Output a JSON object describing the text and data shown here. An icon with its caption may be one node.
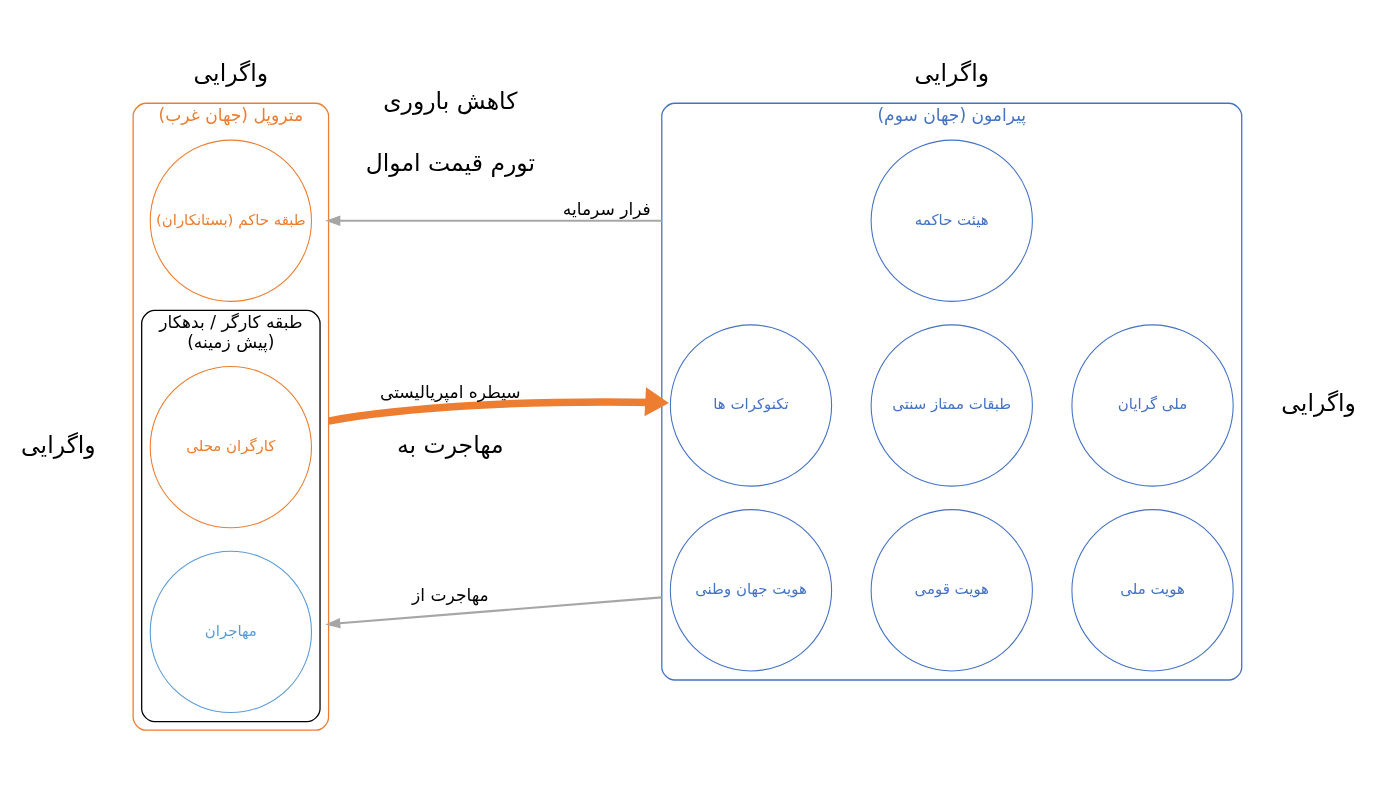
{
  "diagram": {
    "nodes": [
      {
        "text": [
          "متروپل (جهان غرب)"
        ]
      },
      {
        "text": [
          "طبقه حاکم (بستانکاران)"
        ],
        "in": 0
      },
      {
        "text": [
          "طبقه کارگر / بدهکار",
          "(پیش زمینه)"
        ],
        "in": 0
      },
      {
        "text": [
          "کارگران محلی"
        ],
        "in": 2
      },
      {
        "text": [
          "مهاجران"
        ],
        "in": 2
      },
      {
        "text": [
          "پیرامون (جهان سوم)"
        ]
      },
      {
        "text": [
          "هیئت حاکمه"
        ],
        "in": 5
      },
      {
        "text": [
          "تکنوکرات ها"
        ],
        "in": 5
      },
      {
        "text": [
          "طبقات ممتاز سنتی"
        ],
        "in": 5
      },
      {
        "text": [
          "ملی گرایان"
        ],
        "in": 5
      },
      {
        "text": [
          "هویت جهان وطنی"
        ],
        "in": 5
      },
      {
        "text": [
          "هویت قومی"
        ],
        "in": 5
      },
      {
        "text": [
          "هویت ملی"
        ],
        "in": 5
      }
    ],
    "edges": [
      {
        "from": 5,
        "to": 0,
        "arrow": "to",
        "label": "فرار سرمایه"
      },
      {
        "from": 0,
        "to": 5,
        "arrow": "to",
        "label": "سیطره امپریالیستی",
        "style": "thick",
        "color": "#ed7d31"
      },
      {
        "from": 5,
        "to": 0,
        "arrow": "to",
        "label": "مهاجرت از"
      }
    ],
    "labels": [
      "تورم قیمت اموال",
      "مهاجرت به",
      "کاهش باروری",
      "واگرایی",
      "واگرایی",
      "واگرایی",
      "واگرایی"
    ]
  }
}
